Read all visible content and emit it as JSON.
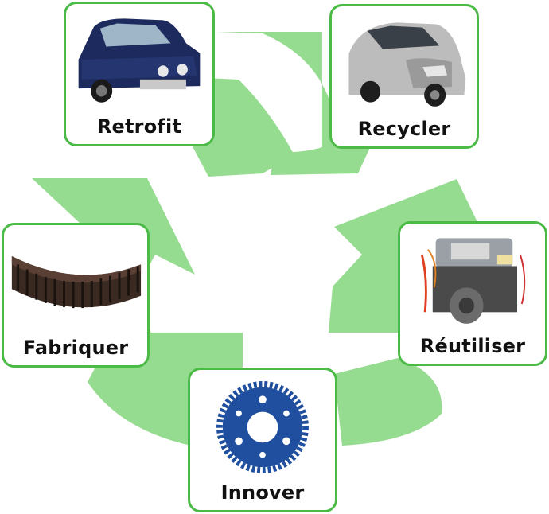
{
  "steps": [
    {
      "id": "retrofit",
      "label": "Retrofit",
      "image": "old-blue-car"
    },
    {
      "id": "recycler",
      "label": "Recycler",
      "image": "damaged-silver-car"
    },
    {
      "id": "reutiliser",
      "label": "Réutiliser",
      "image": "engine-block"
    },
    {
      "id": "innover",
      "label": "Innover",
      "image": "blue-gear"
    },
    {
      "id": "fabriquer",
      "label": "Fabriquer",
      "image": "timing-belt"
    }
  ],
  "colors": {
    "arrow": "#96dc90",
    "border": "#4cba46",
    "gear": "#1f4f9e",
    "belt": "#3a2a22"
  }
}
